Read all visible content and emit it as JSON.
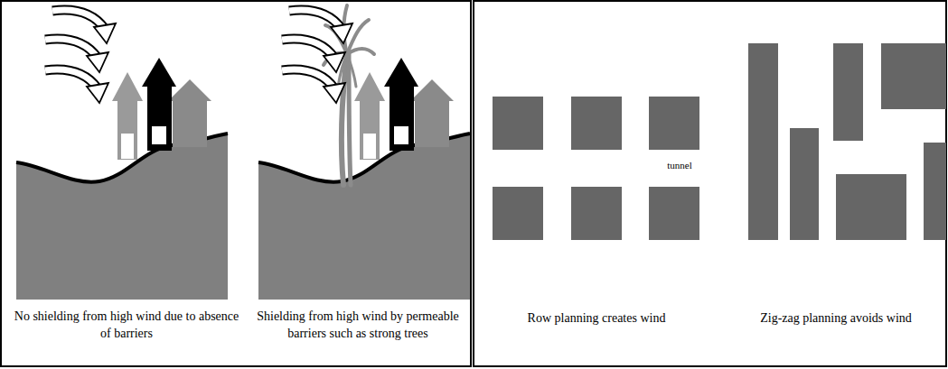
{
  "diagram": {
    "labels": [
      "No shielding from high wind due to absence of barriers",
      "Shielding from high wind by permeable barriers such as strong trees",
      "tunnel",
      "Row planning creates wind",
      "Zig-zag planning avoids wind"
    ]
  }
}
